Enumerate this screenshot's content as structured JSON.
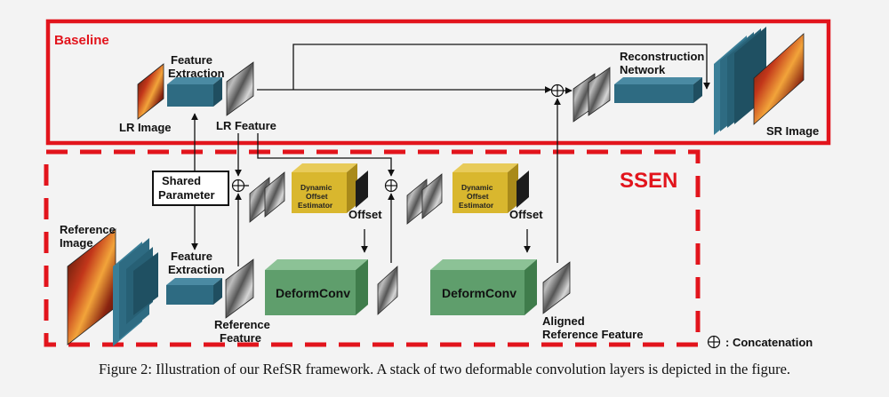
{
  "baseline": {
    "title": "Baseline"
  },
  "ssen": {
    "title": "SSEN"
  },
  "labels": {
    "lr_image": "LR Image",
    "feature_extraction_l1": "Feature",
    "feature_extraction_l2": "Extraction",
    "lr_feature": "LR Feature",
    "reconstruction_l1": "Reconstruction",
    "reconstruction_l2": "Network",
    "sr_image": "SR Image",
    "shared_l1": "Shared",
    "shared_l2": "Parameter",
    "reference_image_l1": "Reference",
    "reference_image_l2": "Image",
    "ref_feature_extraction_l1": "Feature",
    "ref_feature_extraction_l2": "Extraction",
    "reference_feature_l1": "Reference",
    "reference_feature_l2": "Feature",
    "dyn_l1": "Dynamic",
    "dyn_l2": "Offset",
    "dyn_l3": "Estimator",
    "offset": "Offset",
    "deformconv": "DeformConv",
    "aligned_l1": "Aligned",
    "aligned_l2": "Reference  Feature",
    "concatenation": ": Concatenation"
  },
  "caption": "Figure 2: Illustration of our RefSR framework. A stack of two deformable convolution layers is depicted in the figure.",
  "colors": {
    "red": "#e2141c",
    "teal": "#2e6b82",
    "yellow": "#d9b72e",
    "green": "#5f9e6c"
  }
}
